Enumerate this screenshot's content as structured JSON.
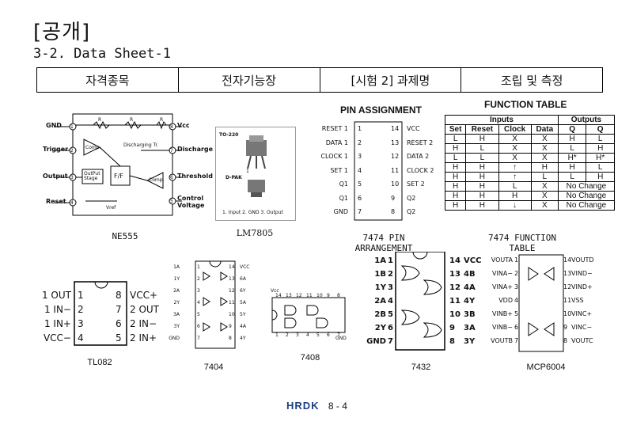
{
  "header": {
    "public_label": "[공개]",
    "section_title": "3-2. Data Sheet-1",
    "cells": [
      "자격종목",
      "전자기능장",
      "[시험 2] 과제명",
      "조립 및 측정"
    ]
  },
  "figures": {
    "ne555": {
      "caption": "NE555",
      "left_pins": [
        "GND",
        "Trigger",
        "Output",
        "Reset"
      ],
      "right_pins": [
        "Vcc",
        "Discharge",
        "Threshold",
        "Control Voltage"
      ],
      "pin_numbers": [
        "1",
        "2",
        "3",
        "4",
        "8",
        "7",
        "6",
        "5"
      ],
      "blocks": [
        "Comp.",
        "Discharging Tr.",
        "F/F",
        "OutPut Stage",
        "Comp.",
        "Vref"
      ],
      "resistors": [
        "R",
        "R",
        "R"
      ]
    },
    "lm7805": {
      "caption": "LM7805",
      "package1": "TO-220",
      "package2": "D-PAK",
      "pin_one": "1",
      "note": "1. Input 2. GND 3. Output"
    },
    "pin7474": {
      "title": "PIN ASSIGNMENT",
      "caption": "7474 PIN ARRANGEMENT",
      "left": [
        {
          "label": "RESET 1",
          "num": "1"
        },
        {
          "label": "DATA 1",
          "num": "2"
        },
        {
          "label": "CLOCK 1",
          "num": "3"
        },
        {
          "label": "SET 1",
          "num": "4"
        },
        {
          "label": "Q1",
          "num": "5"
        },
        {
          "label": "Q1",
          "num": "6"
        },
        {
          "label": "GND",
          "num": "7"
        }
      ],
      "right": [
        {
          "label": "VCC",
          "num": "14"
        },
        {
          "label": "RESET 2",
          "num": "13"
        },
        {
          "label": "DATA 2",
          "num": "12"
        },
        {
          "label": "CLOCK 2",
          "num": "11"
        },
        {
          "label": "SET 2",
          "num": "10"
        },
        {
          "label": "Q2",
          "num": "9"
        },
        {
          "label": "Q2",
          "num": "8"
        }
      ]
    },
    "function_table": {
      "title": "FUNCTION TABLE",
      "caption": "7474 FUNCTION TABLE",
      "group_headers": [
        "Inputs",
        "Outputs"
      ],
      "columns": [
        "Set",
        "Reset",
        "Clock",
        "Data",
        "Q",
        "Q"
      ],
      "rows": [
        [
          "L",
          "H",
          "X",
          "X",
          "H",
          "L"
        ],
        [
          "H",
          "L",
          "X",
          "X",
          "L",
          "H"
        ],
        [
          "L",
          "L",
          "X",
          "X",
          "H*",
          "H*"
        ],
        [
          "H",
          "H",
          "↑",
          "H",
          "H",
          "L"
        ],
        [
          "H",
          "H",
          "↑",
          "L",
          "L",
          "H"
        ],
        [
          "H",
          "H",
          "L",
          "X",
          "No Change",
          ""
        ],
        [
          "H",
          "H",
          "H",
          "X",
          "No Change",
          ""
        ],
        [
          "H",
          "H",
          "↓",
          "X",
          "No Change",
          ""
        ]
      ]
    },
    "tl082": {
      "caption": "TL082",
      "left": [
        {
          "label": "1 OUT",
          "num": "1"
        },
        {
          "label": "1 IN−",
          "num": "2"
        },
        {
          "label": "1 IN+",
          "num": "3"
        },
        {
          "label": "VCC−",
          "num": "4"
        }
      ],
      "right": [
        {
          "label": "VCC+",
          "num": "8"
        },
        {
          "label": "2 OUT",
          "num": "7"
        },
        {
          "label": "2 IN−",
          "num": "6"
        },
        {
          "label": "2 IN+",
          "num": "5"
        }
      ]
    },
    "ic7404": {
      "caption": "7404",
      "left": [
        {
          "label": "1A",
          "num": "1"
        },
        {
          "label": "1Y",
          "num": "2"
        },
        {
          "label": "2A",
          "num": "3"
        },
        {
          "label": "2Y",
          "num": "4"
        },
        {
          "label": "3A",
          "num": "5"
        },
        {
          "label": "3Y",
          "num": "6"
        },
        {
          "label": "GND",
          "num": "7"
        }
      ],
      "right": [
        {
          "label": "VCC",
          "num": "14"
        },
        {
          "label": "6A",
          "num": "13"
        },
        {
          "label": "6Y",
          "num": "12"
        },
        {
          "label": "5A",
          "num": "11"
        },
        {
          "label": "5Y",
          "num": "10"
        },
        {
          "label": "4A",
          "num": "9"
        },
        {
          "label": "4Y",
          "num": "8"
        }
      ]
    },
    "ic7408": {
      "caption": "7408",
      "vcc": "Vcc",
      "gnd": "GND",
      "top_pins": [
        "14",
        "13",
        "12",
        "11",
        "10",
        "9",
        "8"
      ],
      "bottom_pins": [
        "1",
        "2",
        "3",
        "4",
        "5",
        "6",
        "7"
      ]
    },
    "ic7432": {
      "caption": "7432",
      "left": [
        {
          "label": "1A",
          "num": "1"
        },
        {
          "label": "1B",
          "num": "2"
        },
        {
          "label": "1Y",
          "num": "3"
        },
        {
          "label": "2A",
          "num": "4"
        },
        {
          "label": "2B",
          "num": "5"
        },
        {
          "label": "2Y",
          "num": "6"
        },
        {
          "label": "GND",
          "num": "7"
        }
      ],
      "right": [
        {
          "label": "VCC",
          "num": "14"
        },
        {
          "label": "4B",
          "num": "13"
        },
        {
          "label": "4A",
          "num": "12"
        },
        {
          "label": "4Y",
          "num": "11"
        },
        {
          "label": "3B",
          "num": "10"
        },
        {
          "label": "3A",
          "num": "9"
        },
        {
          "label": "3Y",
          "num": "8"
        }
      ]
    },
    "mcp6004": {
      "caption": "MCP6004",
      "left": [
        {
          "label": "VOUTA",
          "num": "1"
        },
        {
          "label": "VINA−",
          "num": "2"
        },
        {
          "label": "VINA+",
          "num": "3"
        },
        {
          "label": "VDD",
          "num": "4"
        },
        {
          "label": "VINB+",
          "num": "5"
        },
        {
          "label": "VINB−",
          "num": "6"
        },
        {
          "label": "VOUTB",
          "num": "7"
        }
      ],
      "right": [
        {
          "label": "VOUTD",
          "num": "14"
        },
        {
          "label": "VIND−",
          "num": "13"
        },
        {
          "label": "VIND+",
          "num": "12"
        },
        {
          "label": "VSS",
          "num": "11"
        },
        {
          "label": "VINC+",
          "num": "10"
        },
        {
          "label": "VINC−",
          "num": "9"
        },
        {
          "label": "VOUTC",
          "num": "8"
        }
      ]
    }
  },
  "footer": {
    "logo": "HRDK",
    "page": "8 - 4"
  }
}
